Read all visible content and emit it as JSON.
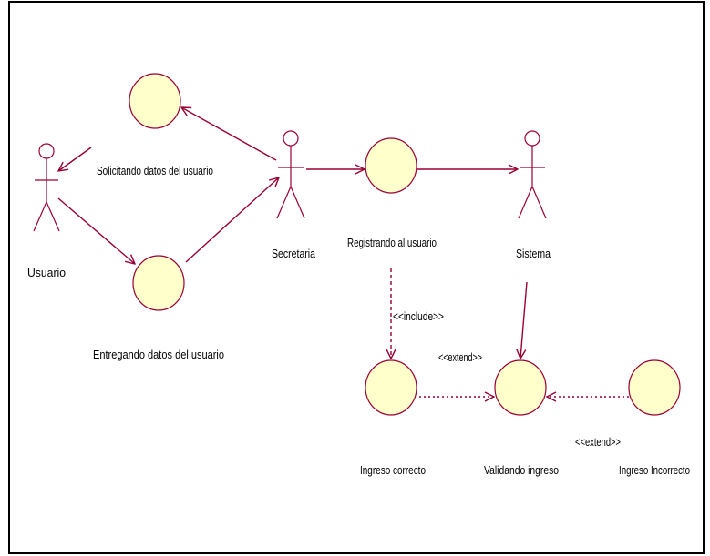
{
  "diagram": {
    "actors": {
      "usuario": "Usuario",
      "secretaria": "Secretaria",
      "sistema": "Sistema"
    },
    "use_cases": {
      "solicitando": "Solicitando datos del usuario",
      "entregando": "Entregando datos del usuario",
      "registrando": "Registrando al usuario",
      "ingreso_correcto": "Ingreso correcto",
      "validando": "Validando ingreso",
      "ingreso_incorrecto": "Ingreso Incorrecto"
    },
    "stereotypes": {
      "include": "<<include>>",
      "extend_1": "<<extend>>",
      "extend_2": "<<extend>>"
    },
    "colors": {
      "usecase_fill": "#ffffcc",
      "line": "#990033",
      "frame": "#000000"
    }
  }
}
